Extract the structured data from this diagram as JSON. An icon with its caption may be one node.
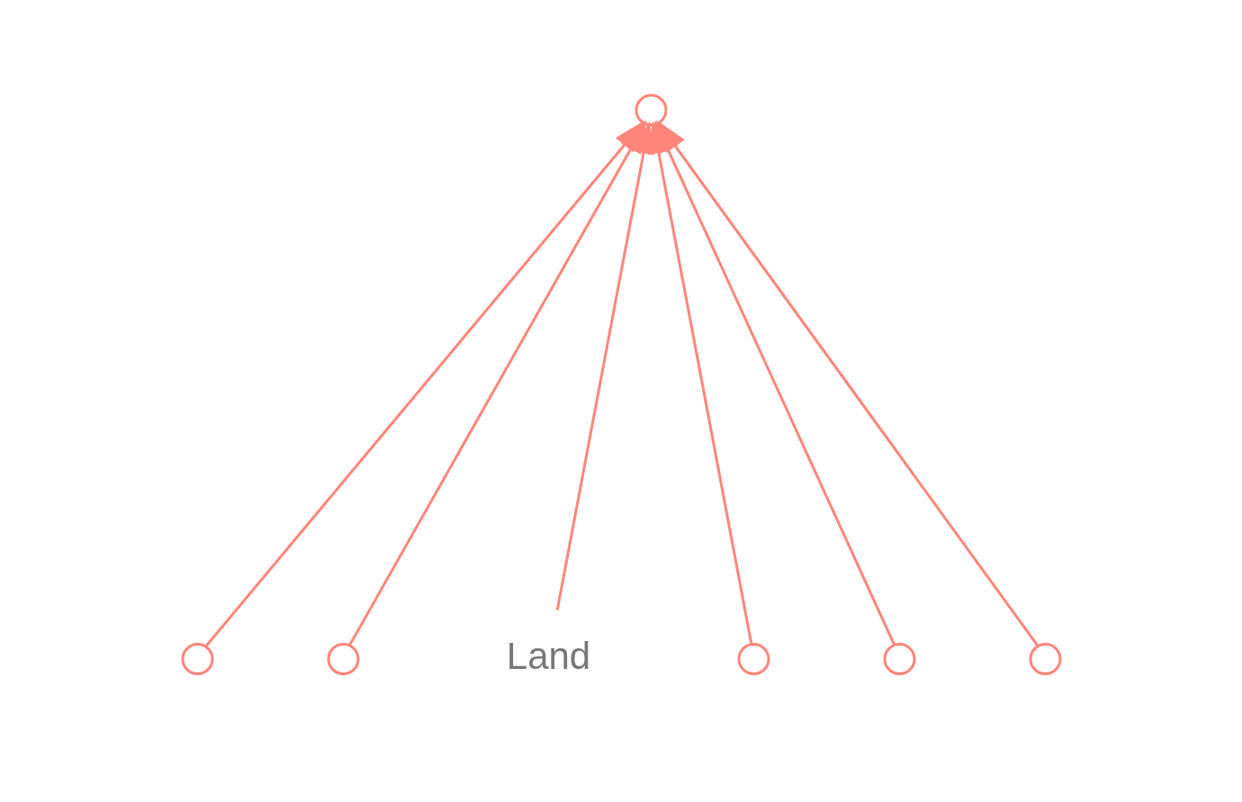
{
  "diagram": {
    "nodes": [
      {
        "text": [],
        "shape": "circle"
      },
      {
        "text": [],
        "shape": "circle"
      },
      {
        "text": [],
        "shape": "circle"
      },
      {
        "text": [
          "Land"
        ]
      },
      {
        "text": [],
        "shape": "circle"
      },
      {
        "text": [],
        "shape": "circle"
      },
      {
        "text": [],
        "shape": "circle"
      }
    ],
    "edges": [
      {
        "from": 1,
        "to": 0,
        "arrow": "to",
        "color": "#ff857a"
      },
      {
        "from": 2,
        "to": 0,
        "arrow": "to",
        "color": "#ff857a"
      },
      {
        "from": 3,
        "to": 0,
        "arrow": "to",
        "color": "#ff857a"
      },
      {
        "from": 4,
        "to": 0,
        "arrow": "to",
        "color": "#ff857a"
      },
      {
        "from": 5,
        "to": 0,
        "arrow": "to",
        "color": "#ff857a"
      },
      {
        "from": 6,
        "to": 0,
        "arrow": "to",
        "color": "#ff857a"
      }
    ]
  }
}
